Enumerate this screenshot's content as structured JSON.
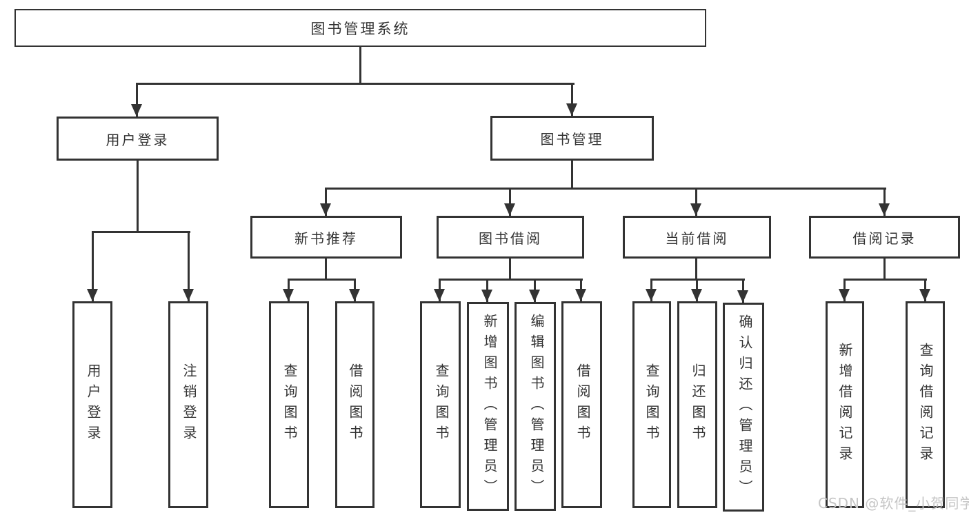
{
  "diagram": {
    "root_label": "图书管理系统",
    "level2": [
      "用户登录",
      "图书管理"
    ],
    "login_children": [
      "用户登录",
      "注销登录"
    ],
    "level3": [
      "新书推荐",
      "图书借阅",
      "当前借阅",
      "借阅记录"
    ],
    "recommend_children": [
      "查询图书",
      "借阅图书"
    ],
    "borrow_children": [
      "查询图书",
      "新增图书（管理员）",
      "编辑图书（管理员）",
      "借阅图书"
    ],
    "current_children": [
      "查询图书",
      "归还图书",
      "确认归还（管理员）"
    ],
    "record_children": [
      "新增借阅记录",
      "查询借阅记录"
    ],
    "watermark": "CSDN @软件_小贺同学"
  },
  "colors": {
    "line": "#333333",
    "text": "#333333",
    "background": "#ffffff",
    "watermark": "#c5c5c5"
  }
}
